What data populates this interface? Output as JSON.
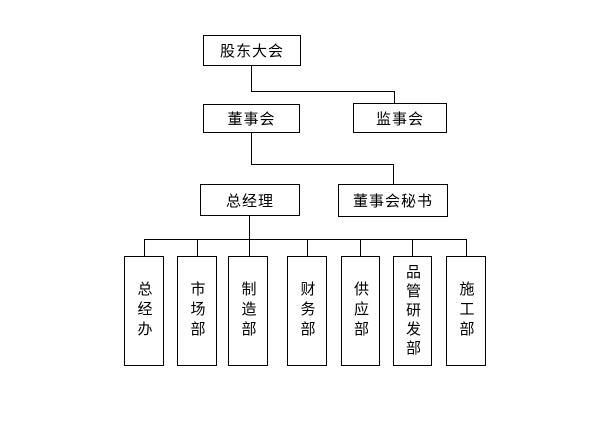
{
  "diagram": {
    "type": "org-chart",
    "colors": {
      "background": "#ffffff",
      "line": "#000000",
      "box_fill": "#ffffff",
      "text": "#000000"
    },
    "nodes": {
      "shareholders": {
        "label": "股东大会"
      },
      "board": {
        "label": "董事会"
      },
      "supervisory": {
        "label": "监事会"
      },
      "general_manager": {
        "label": "总经理"
      },
      "board_secretary": {
        "label": "董事会秘书"
      },
      "departments": [
        {
          "label": "总经办"
        },
        {
          "label": "市场部"
        },
        {
          "label": "制造部"
        },
        {
          "label": "财务部"
        },
        {
          "label": "供应部"
        },
        {
          "label": "品管研发部"
        },
        {
          "label": "施工部"
        }
      ]
    },
    "edges": [
      {
        "from": "股东大会",
        "to": "监事会"
      },
      {
        "from": "董事会",
        "to": "董事会秘书"
      },
      {
        "from": "总经理",
        "to": "总经办"
      },
      {
        "from": "总经理",
        "to": "市场部"
      },
      {
        "from": "总经理",
        "to": "制造部"
      },
      {
        "from": "总经理",
        "to": "财务部"
      },
      {
        "from": "总经理",
        "to": "供应部"
      },
      {
        "from": "总经理",
        "to": "品管研发部"
      },
      {
        "from": "总经理",
        "to": "施工部"
      }
    ]
  }
}
